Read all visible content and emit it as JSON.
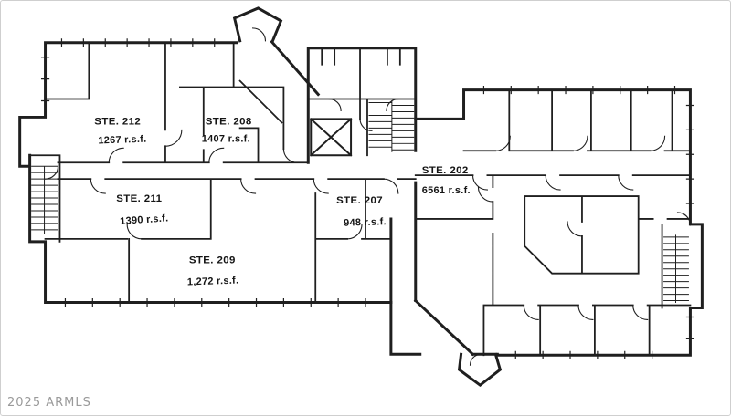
{
  "image": {
    "kind": "office-building-floor-plan",
    "background_color": "#ffffff",
    "wall_color": "#1f1f1f",
    "label_color": "#141414"
  },
  "watermark": {
    "text": "2025 ARMLS",
    "color": "#9a9a9a"
  },
  "suites": [
    {
      "id": "212",
      "name": "STE. 212",
      "area": "1267 r.s.f."
    },
    {
      "id": "208",
      "name": "STE. 208",
      "area": "1407 r.s.f."
    },
    {
      "id": "202",
      "name": "STE. 202",
      "area": "6561 r.s.f."
    },
    {
      "id": "211",
      "name": "STE. 211",
      "area": "1390 r.s.f."
    },
    {
      "id": "207",
      "name": "STE. 207",
      "area": "948 r.s.f."
    },
    {
      "id": "209",
      "name": "STE. 209",
      "area": "1,272 r.s.f."
    }
  ],
  "symbols": {
    "elevator": "elevator-shaft",
    "stairs": [
      "stair-west",
      "stair-core",
      "stair-east"
    ],
    "entries": [
      "vestibule-northwest",
      "vestibule-southeast"
    ]
  }
}
